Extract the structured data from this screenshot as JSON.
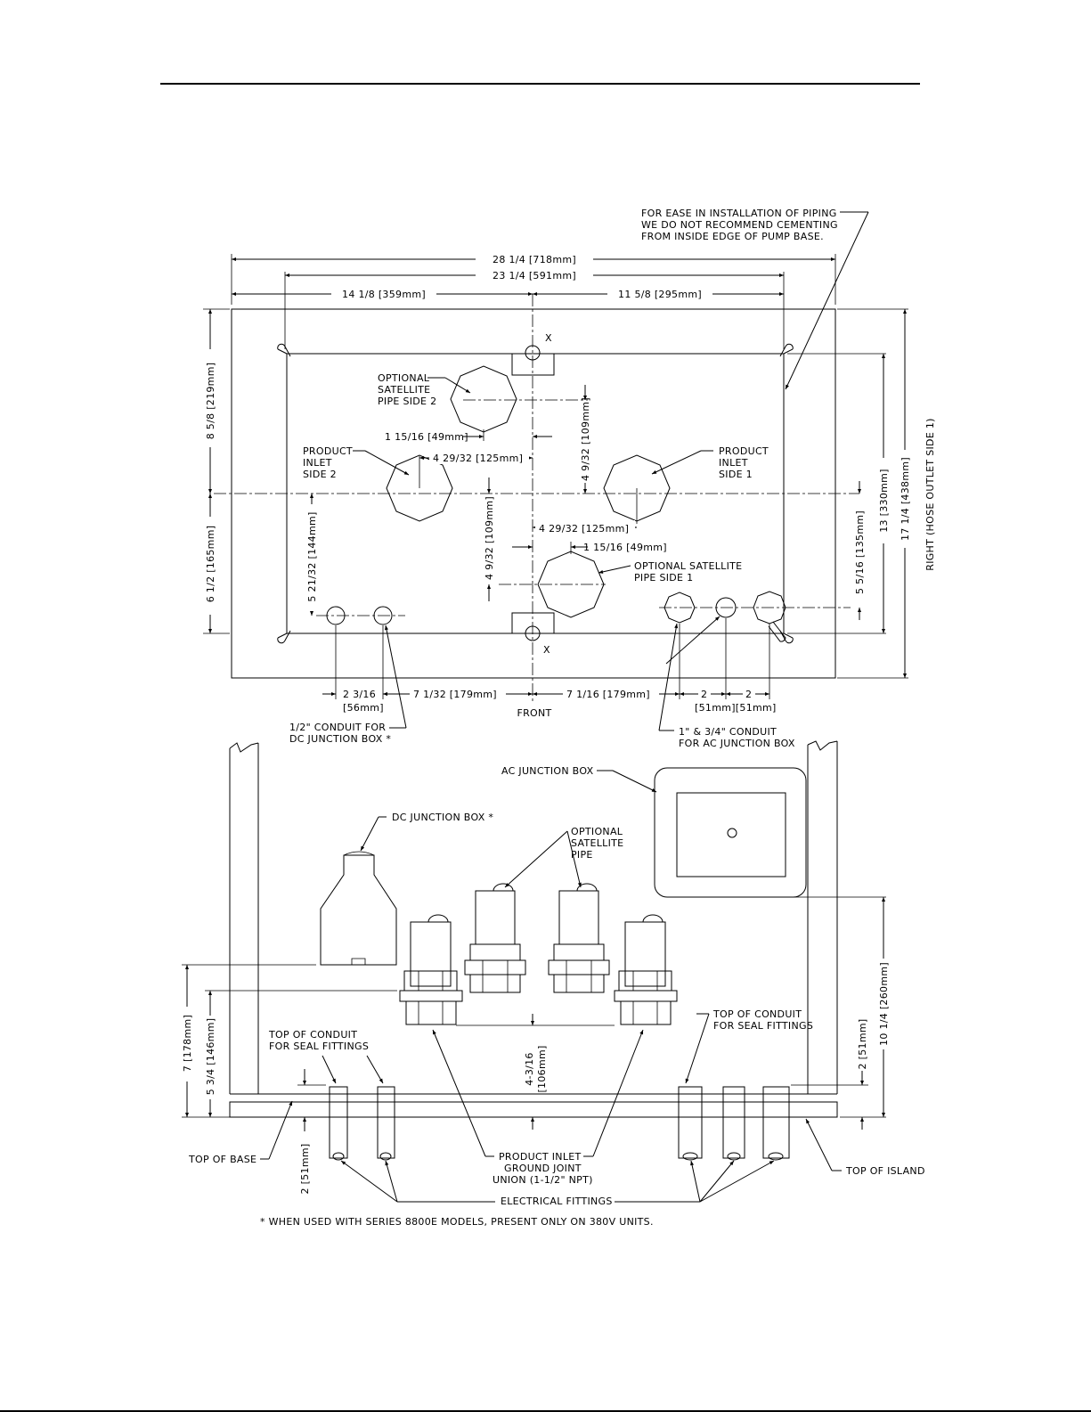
{
  "top_view": {
    "dims": {
      "overall_width": "28 1/4 [718mm]",
      "anchor_span": "23 1/4 [591mm]",
      "left_to_center": "14 1/8 [359mm]",
      "center_to_right": "11 5/8 [295mm]",
      "upper_left_vertical": "8 5/8 [219mm]",
      "lower_left_vertical": "6 1/2 [165mm]",
      "conduit_vertical_left": "5 21/32 [144mm]",
      "sat2_horizontal": "1 15/16 [49mm]",
      "sat2_vertical": "4 9/32 [109mm]",
      "inlet2_offset": "4 29/32 [125mm]",
      "inlet1_offset": "4 29/32 [125mm]",
      "sat1_vertical": "4 9/32 [109mm]",
      "sat1_horizontal": "1 15/16 [49mm]",
      "right_conduit_vertical": "5 5/16 [135mm]",
      "anchor_vertical": "13 [330mm]",
      "overall_depth": "17 1/4 [438mm]",
      "bottom_dc_l1": "2 3/16",
      "bottom_dc_l2": "[56mm]",
      "bottom_left_center": "7 1/32 [179mm]",
      "bottom_right_center": "7 1/16 [179mm]",
      "bottom_ac_a": "2",
      "bottom_ac_b": "2",
      "bottom_ac_mm": "[51mm][51mm]"
    },
    "labels": {
      "note_line1": "FOR EASE IN INSTALLATION OF PIPING",
      "note_line2": "WE DO NOT RECOMMEND CEMENTING",
      "note_line3": "FROM INSIDE EDGE OF PUMP BASE.",
      "sat2_line1": "OPTIONAL",
      "sat2_line2": "SATELLITE",
      "sat2_line3": "PIPE SIDE 2",
      "inlet2_line1": "PRODUCT",
      "inlet2_line2": "INLET",
      "inlet2_line3": "SIDE 2",
      "inlet1_line1": "PRODUCT",
      "inlet1_line2": "INLET",
      "inlet1_line3": "SIDE 1",
      "sat1_line1": "OPTIONAL SATELLITE",
      "sat1_line2": "PIPE SIDE 1",
      "x_top": "X",
      "x_bottom": "X",
      "front": "FRONT",
      "right_side": "RIGHT (HOSE OUTLET SIDE 1)",
      "dc_conduit_line1": "1/2\" CONDUIT FOR",
      "dc_conduit_line2": "DC JUNCTION BOX *",
      "ac_conduit_line1": "1\" & 3/4\" CONDUIT",
      "ac_conduit_line2": "FOR AC JUNCTION BOX"
    }
  },
  "side_view": {
    "labels": {
      "ac_box": "AC JUNCTION BOX",
      "dc_box": "DC JUNCTION BOX *",
      "sat_line1": "OPTIONAL",
      "sat_line2": "SATELLITE",
      "sat_line3": "PIPE",
      "conduit_left_line1": "TOP OF CONDUIT",
      "conduit_left_line2": "FOR SEAL FITTINGS",
      "conduit_right_line1": "TOP OF CONDUIT",
      "conduit_right_line2": "FOR SEAL FITTINGS",
      "top_of_base": "TOP OF BASE",
      "top_of_island": "TOP OF ISLAND",
      "inlet_union_line1": "PRODUCT INLET",
      "inlet_union_line2": "GROUND JOINT",
      "inlet_union_line3": "UNION (1-1/2\" NPT)",
      "electrical": "ELECTRICAL FITTINGS"
    },
    "dims": {
      "left_7": "7 [178mm]",
      "left_5_3_4": "5 3/4 [146mm]",
      "center_l1": "4-3/16",
      "center_l2": "[106mm]",
      "bottom_2": "2 [51mm]",
      "right_2": "2 [51mm]",
      "right_10": "10 1/4 [260mm]"
    }
  },
  "footnote": "* WHEN USED WITH SERIES 8800E MODELS, PRESENT ONLY ON 380V UNITS."
}
